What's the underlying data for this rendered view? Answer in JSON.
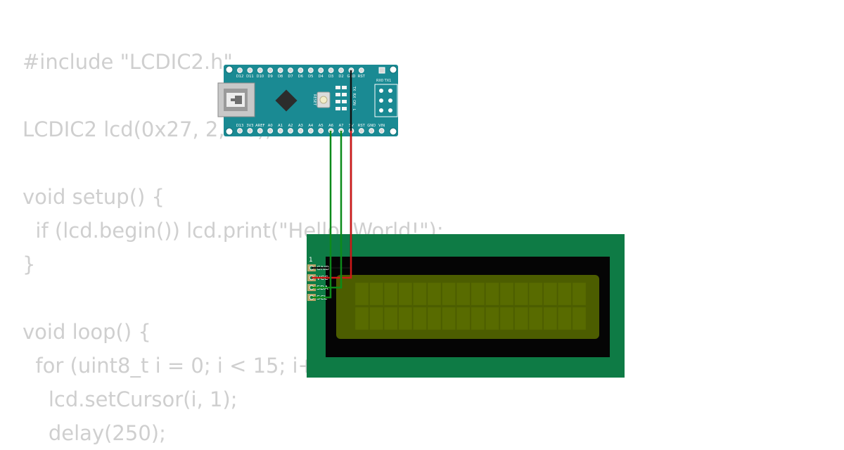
{
  "code": {
    "lines": [
      "#include \"LCDIC2.h\"",
      "",
      "LCDIC2 lcd(0x27, 2, 16);",
      "",
      "void setup() {",
      "  if (lcd.begin()) lcd.print(\"Hello, World!\");",
      "}",
      "",
      "void loop() {",
      "  for (uint8_t i = 0; i < 15; i++) {",
      "    lcd.setCursor(i, 1);",
      "    delay(250);"
    ]
  },
  "arduino": {
    "top_pins": [
      "D12",
      "D11",
      "D10",
      "D9",
      "D8",
      "D7",
      "D6",
      "D5",
      "D4",
      "D3",
      "D2",
      "GND",
      "RST"
    ],
    "bottom_pins": [
      "D13",
      "3V3",
      "AREF",
      "A0",
      "A1",
      "A2",
      "A3",
      "A4",
      "A5",
      "A6",
      "A7",
      "5V",
      "RST",
      "GND",
      "VIN"
    ],
    "reset_label": "RESET",
    "led_labels": [
      "TX",
      "RX",
      "ON",
      "L"
    ],
    "serial_label": "RX0 TX1"
  },
  "lcd": {
    "pin1_label": "1",
    "pins": [
      "GND",
      "VCC",
      "SDA",
      "SCL"
    ],
    "columns": 16,
    "rows": 2
  },
  "colors": {
    "board": "#1a8a93",
    "lcd_pcb": "#0e7b45",
    "lcd_screen": "#4c5d00",
    "wire_green": "#0d8a1a",
    "wire_red": "#d01818",
    "wire_black": "#111111",
    "code_text": "#cfcfcf"
  }
}
